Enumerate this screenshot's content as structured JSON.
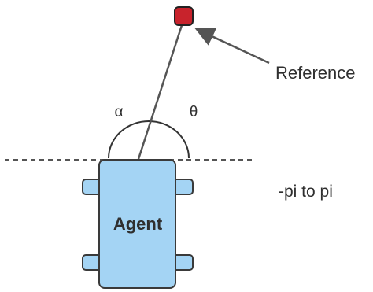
{
  "agent": {
    "label": "Agent",
    "body_color": "#a4d4f4",
    "outline_color": "#3a3a3a"
  },
  "reference": {
    "label": "Reference",
    "marker_color": "#c8232c"
  },
  "angles": {
    "left_label": "α",
    "right_label": "θ"
  },
  "range_label": "-pi to pi",
  "line_color": "#555555"
}
